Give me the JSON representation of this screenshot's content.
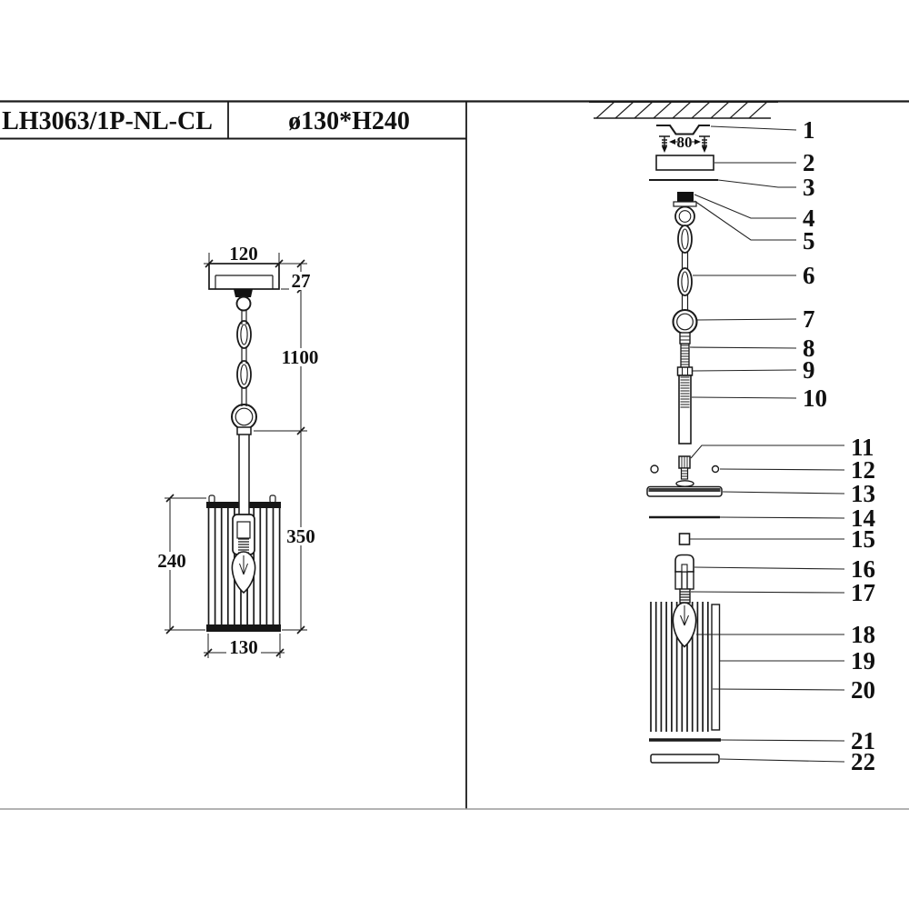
{
  "page": {
    "background": "#ffffff",
    "line_color": "#1a1a1a"
  },
  "header": {
    "model": "LH3063/1P-NL-CL",
    "size": "ø130*H240"
  },
  "left_drawing": {
    "dims": {
      "canopy_width": "120",
      "canopy_height": "27",
      "chain_length": "1100",
      "fixture_height": "350",
      "shade_height": "240",
      "shade_diameter": "130"
    }
  },
  "right_drawing": {
    "screw_spacing": "80",
    "parts": [
      "1",
      "2",
      "3",
      "4",
      "5",
      "6",
      "7",
      "8",
      "9",
      "10",
      "11",
      "12",
      "13",
      "14",
      "15",
      "16",
      "17",
      "18",
      "19",
      "20",
      "21",
      "22"
    ]
  }
}
